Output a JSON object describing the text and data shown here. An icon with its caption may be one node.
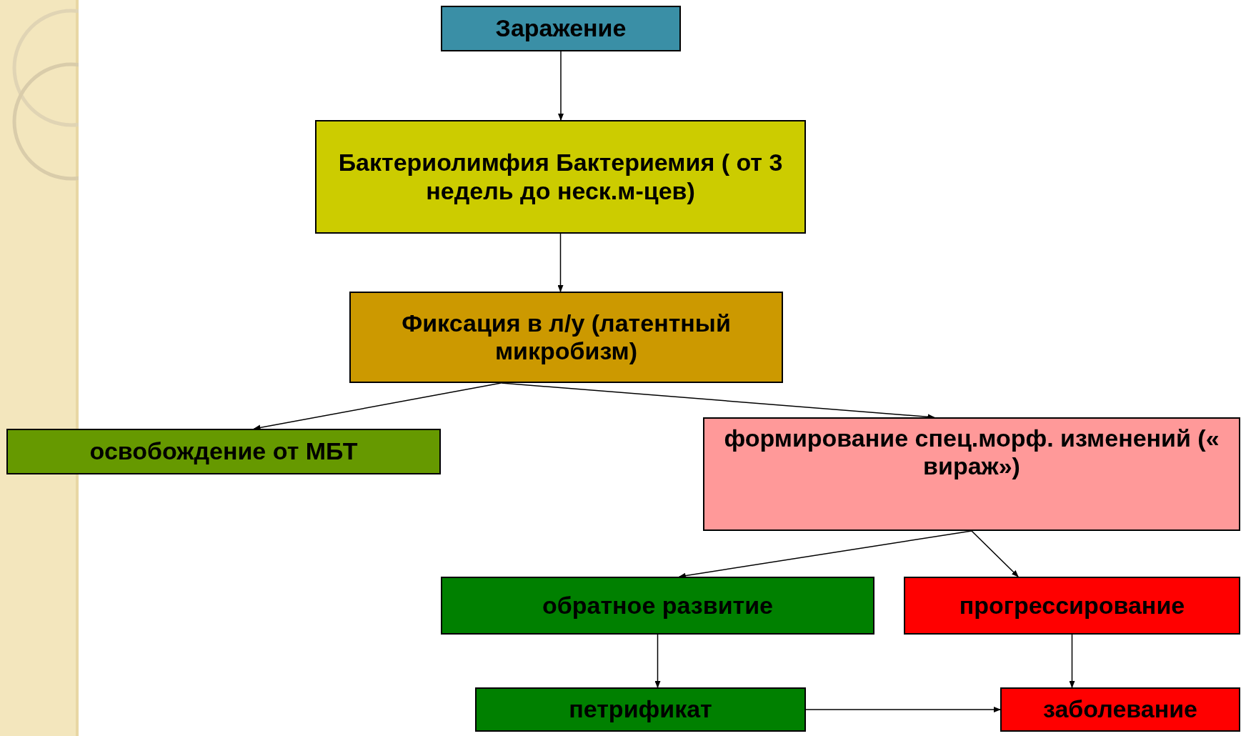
{
  "diagram": {
    "nodes": [
      {
        "text": [
          "Заражение"
        ]
      },
      {
        "text": [
          "Бактериолимфия Бактериемия ( от 3 недель до неск.м-цев)"
        ]
      },
      {
        "text": [
          "Фиксация в л/у (латентный микробизм)"
        ]
      },
      {
        "text": [
          "освобождение от МБТ"
        ]
      },
      {
        "text": [
          "формирование спец.морф. изменений (« вираж»)"
        ]
      },
      {
        "text": [
          "обратное развитие"
        ]
      },
      {
        "text": [
          "прогрессирование"
        ]
      },
      {
        "text": [
          "петрификат"
        ]
      },
      {
        "text": [
          "заболевание"
        ]
      }
    ],
    "edges": [
      {
        "from": 0,
        "to": 1,
        "arrow": "to"
      },
      {
        "from": 1,
        "to": 2,
        "arrow": "to"
      },
      {
        "from": 2,
        "to": 3,
        "arrow": "to"
      },
      {
        "from": 2,
        "to": 4,
        "arrow": "to"
      },
      {
        "from": 4,
        "to": 5,
        "arrow": "to"
      },
      {
        "from": 4,
        "to": 6,
        "arrow": "to"
      },
      {
        "from": 5,
        "to": 7,
        "arrow": "to"
      },
      {
        "from": 6,
        "to": 8,
        "arrow": "to"
      },
      {
        "from": 7,
        "to": 8,
        "arrow": "to"
      }
    ]
  }
}
